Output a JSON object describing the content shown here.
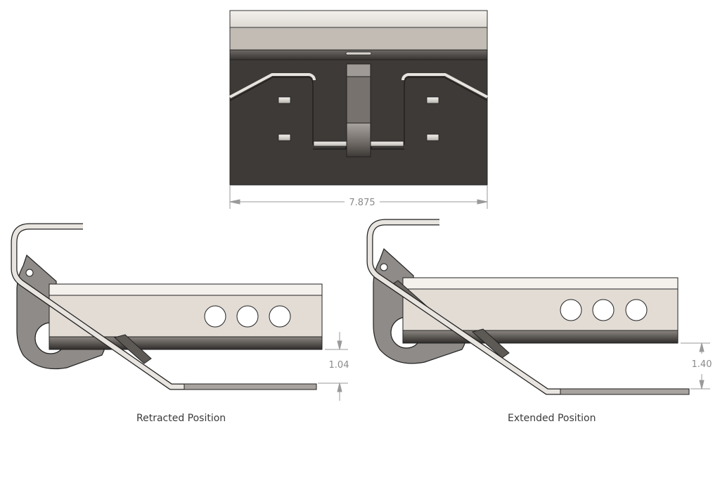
{
  "top_view": {
    "width_dimension": "7.875"
  },
  "retracted": {
    "caption": "Retracted Position",
    "height_dimension": "1.04"
  },
  "extended": {
    "caption": "Extended Position",
    "height_dimension": "1.40"
  },
  "colors": {
    "plate_dark": "#3d3a37",
    "tube_light": "#e3ddd6",
    "tube_mid": "#b9b3ac",
    "bracket_gray": "#8f8b88",
    "dimension_gray": "#8a8a8a",
    "outline": "#222222"
  }
}
